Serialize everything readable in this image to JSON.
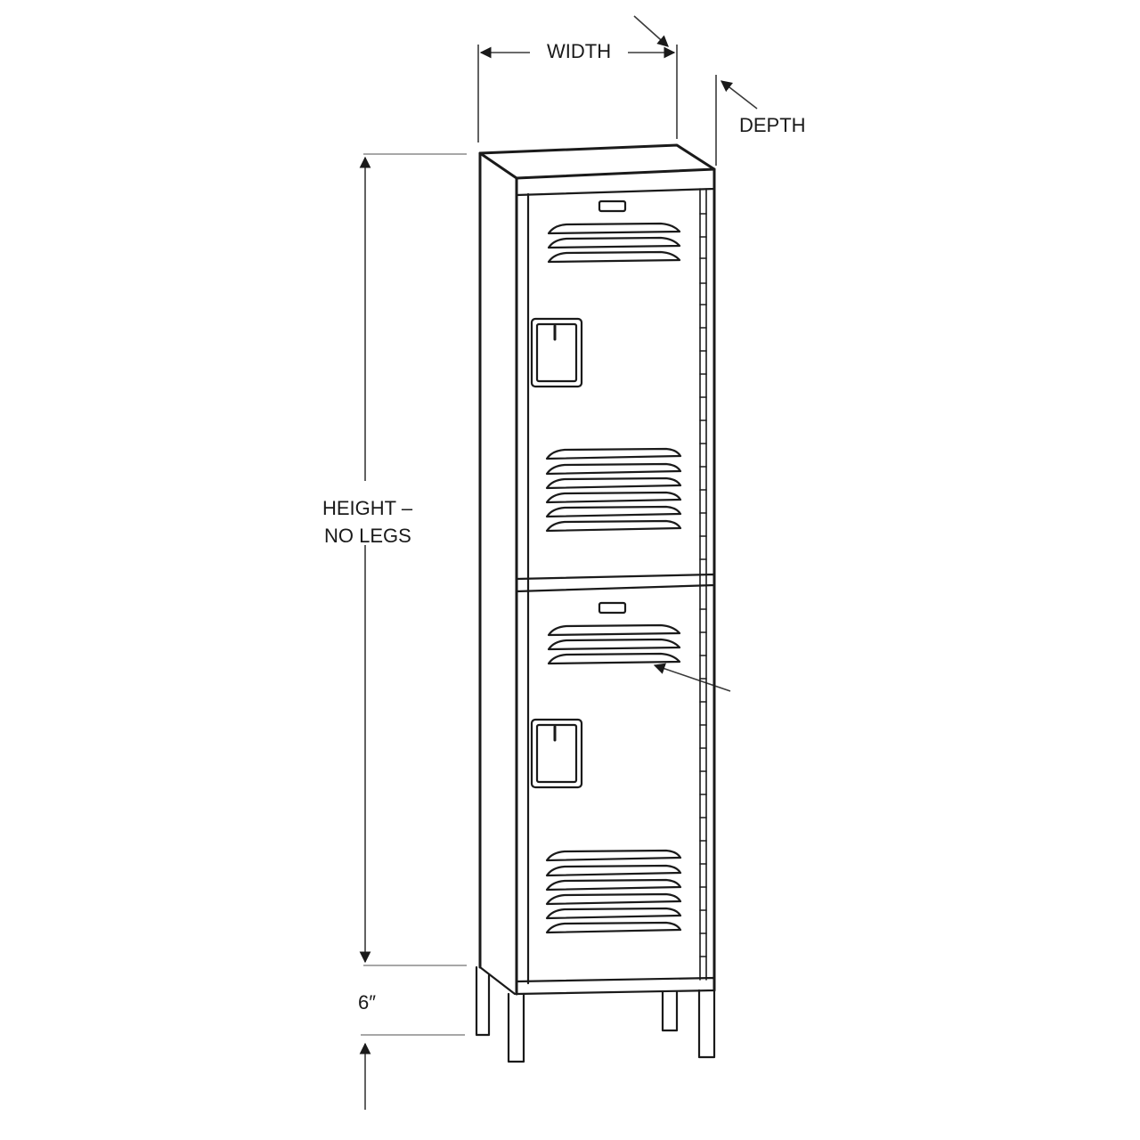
{
  "diagram": {
    "title": "Double-tier locker dimension diagram",
    "labels": {
      "width": "WIDTH",
      "depth": "DEPTH",
      "height_line1": "HEIGHT –",
      "height_line2": "NO LEGS",
      "legs": "6″"
    },
    "locker": {
      "tiers": 2,
      "upper_door": {
        "top_vent_slats": 3,
        "bottom_vent_slats": 6,
        "has_handle": true,
        "has_number_plate": true
      },
      "lower_door": {
        "top_vent_slats": 3,
        "bottom_vent_slats": 6,
        "has_handle": true,
        "has_number_plate": true
      },
      "legs": 4
    },
    "colors": {
      "line": "#1a1a1a",
      "dimension_line": "#8a8a8a",
      "background": "#ffffff"
    }
  }
}
